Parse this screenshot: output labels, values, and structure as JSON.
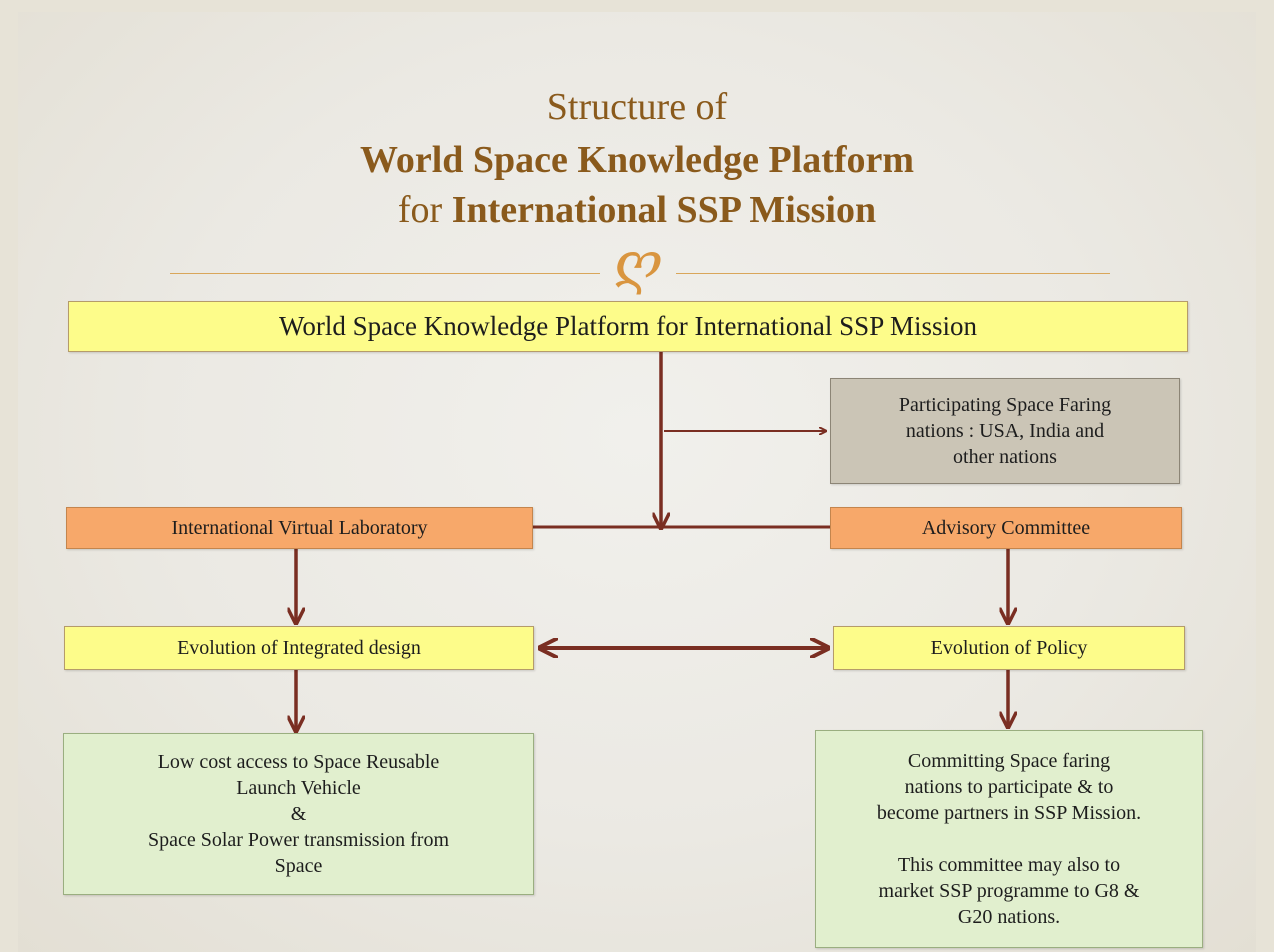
{
  "title": {
    "line1": "Structure of",
    "line2": "World Space Knowledge Platform",
    "line3_prefix": "for ",
    "line3_bold": "International SSP Mission"
  },
  "ornament": "ღ",
  "boxes": {
    "platform": "World Space Knowledge Platform for International SSP Mission",
    "participating": "Participating Space Faring\nnations : USA, India and\nother nations",
    "virtual_lab": "International Virtual Laboratory",
    "advisory": "Advisory Committee",
    "integrated_design": "Evolution of Integrated design",
    "policy": "Evolution of Policy",
    "low_cost": "Low cost access to Space Reusable\nLaunch Vehicle\n&\nSpace Solar Power transmission from\nSpace",
    "committing": "Committing  Space faring\nnations to participate & to\nbecome partners in SSP Mission.\n\nThis committee may also to\nmarket SSP programme to G8 &\nG20 nations."
  },
  "colors": {
    "title": "#8a5a1c",
    "arrow": "#7a2e22",
    "yellow_box": "#fdfc8a",
    "orange_box": "#f7a86a",
    "grey_box": "#cbc5b6",
    "green_box": "#e1efce"
  }
}
